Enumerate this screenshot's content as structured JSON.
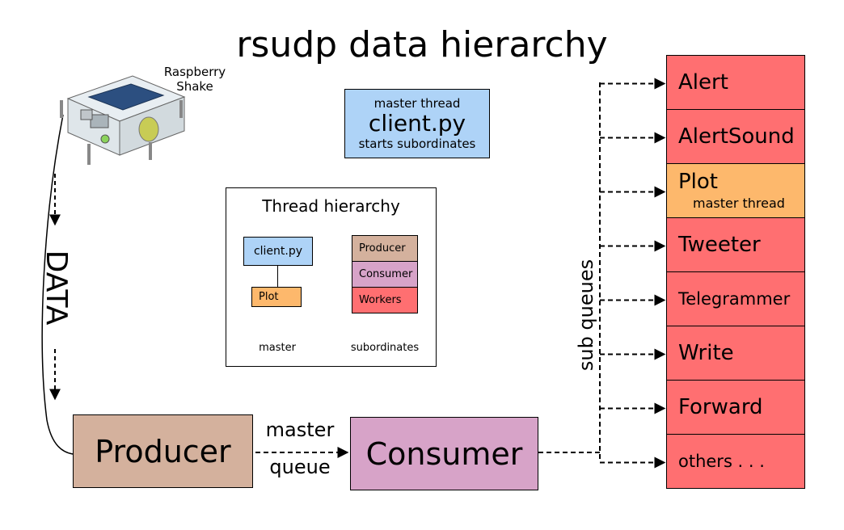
{
  "title": "rsudp data hierarchy",
  "device": {
    "label_line1": "Raspberry",
    "label_line2": "Shake"
  },
  "data_label": "DATA",
  "master_box": {
    "top": "master thread",
    "main": "client.py",
    "bottom": "starts subordinates"
  },
  "legend": {
    "heading": "Thread hierarchy",
    "client": "client.py",
    "plot": "Plot",
    "producer": "Producer",
    "consumer": "Consumer",
    "workers": "Workers",
    "master_caption": "master",
    "subordinates_caption": "subordinates"
  },
  "producer": "Producer",
  "consumer": "Consumer",
  "master_queue": {
    "line1": "master",
    "line2": "queue"
  },
  "sub_queues": "sub queues",
  "workers": [
    {
      "name": "Alert"
    },
    {
      "name": "AlertSound"
    },
    {
      "name": "Plot",
      "note": "master thread"
    },
    {
      "name": "Tweeter"
    },
    {
      "name": "Telegrammer"
    },
    {
      "name": "Write"
    },
    {
      "name": "Forward"
    },
    {
      "name": "others . . ."
    }
  ],
  "colors": {
    "producer": "#d4b19d",
    "consumer": "#d7a3c8",
    "client": "#aed3f7",
    "plot": "#fdb86c",
    "workers": "#ff6f71"
  }
}
